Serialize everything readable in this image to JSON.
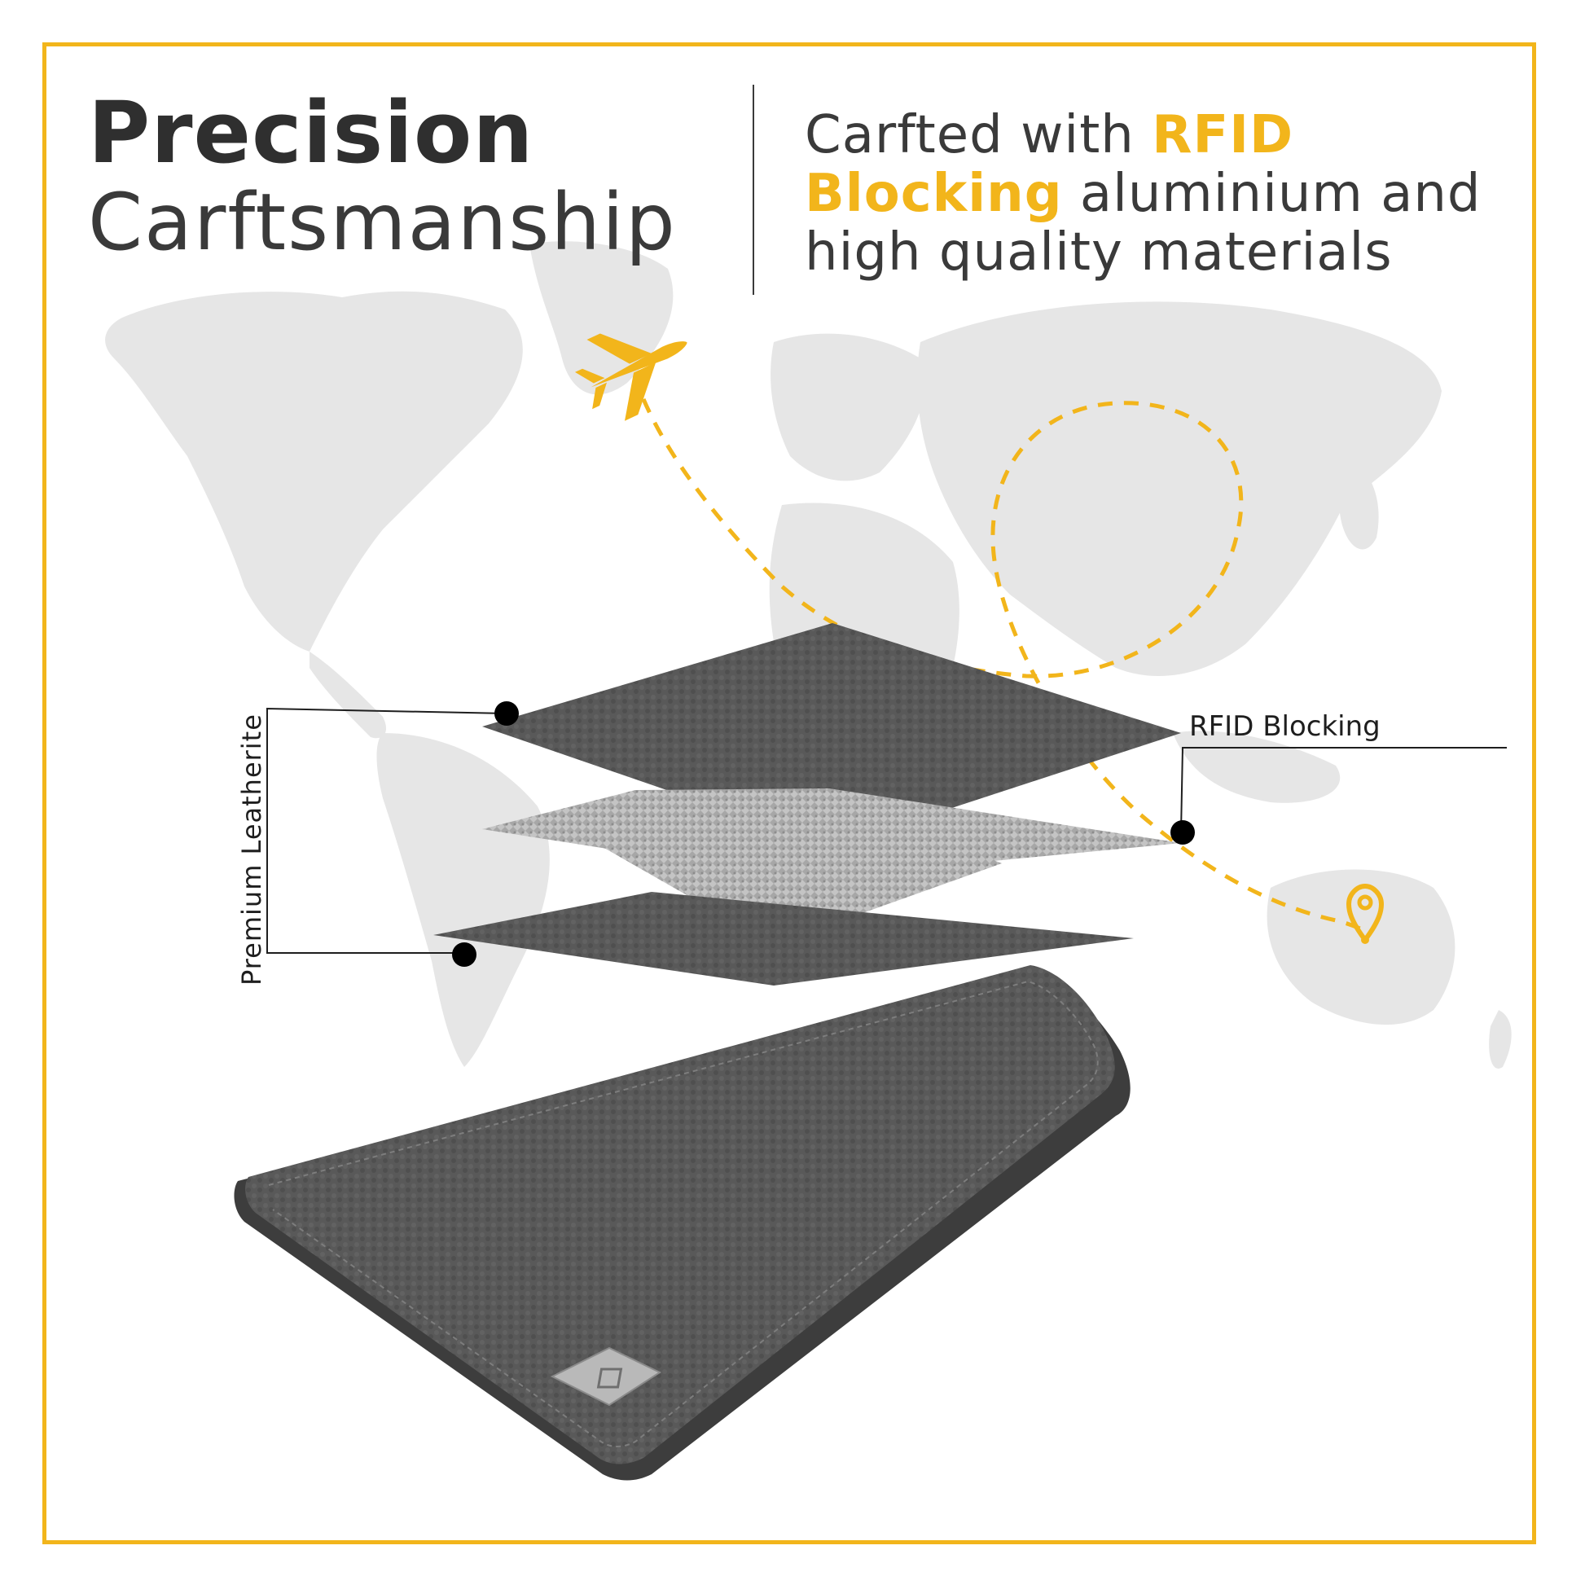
{
  "headline": {
    "title_bold": "Precision",
    "title_light": "Carftsmanship",
    "tagline_before": "Carfted with ",
    "tagline_accent": "RFID Blocking",
    "tagline_after": " aluminium and high quality materials"
  },
  "callouts": {
    "rfid": "RFID Blocking",
    "leather": "Premium Leatherite"
  },
  "colors": {
    "accent": "#f2b51b",
    "map": "#e6e6e6",
    "leather": "#555555",
    "foil": "#a8a8a8"
  },
  "icons": [
    "airplane-icon",
    "location-pin-icon",
    "brand-logo-icon"
  ]
}
